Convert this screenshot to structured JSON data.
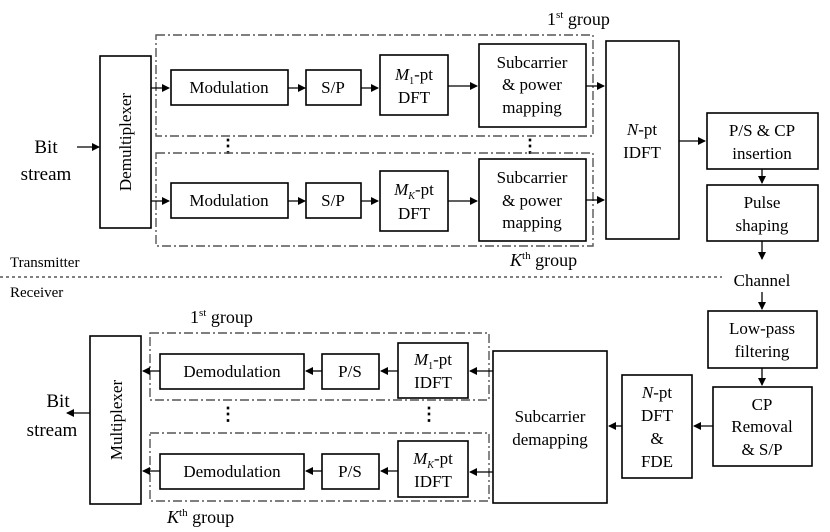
{
  "transmitter": {
    "bit_stream": [
      "Bit",
      "stream"
    ],
    "demux": "Demultiplexer",
    "groups": [
      {
        "label": [
          "1",
          "st",
          " group"
        ],
        "modulation": "Modulation",
        "sp": "S/P",
        "dft": [
          "M",
          "1",
          "-pt",
          "DFT"
        ],
        "mapping": [
          "Subcarrier",
          "& power",
          "mapping"
        ]
      },
      {
        "label": [
          "K",
          "th",
          " group"
        ],
        "modulation": "Modulation",
        "sp": "S/P",
        "dft": [
          "M",
          "K",
          "-pt",
          "DFT"
        ],
        "mapping": [
          "Subcarrier",
          "& power",
          "mapping"
        ]
      }
    ],
    "idft": [
      "N",
      "-pt",
      "IDFT"
    ],
    "ps_cp": [
      "P/S & CP",
      "insertion"
    ],
    "pulse": [
      "Pulse",
      "shaping"
    ],
    "section_label": "Transmitter"
  },
  "channel": "Channel",
  "receiver": {
    "section_label": "Receiver",
    "lowpass": [
      "Low-pass",
      "filtering"
    ],
    "cp_removal": [
      "CP",
      "Removal",
      "& S/P"
    ],
    "dft_fde": [
      "N",
      "-pt",
      "DFT",
      "&",
      "FDE"
    ],
    "demapping": [
      "Subcarrier",
      "demapping"
    ],
    "groups": [
      {
        "label": [
          "1",
          "st",
          " group"
        ],
        "idft": [
          "M",
          "1",
          "-pt",
          "IDFT"
        ],
        "ps": "P/S",
        "demod": "Demodulation"
      },
      {
        "label": [
          "K",
          "th",
          " group"
        ],
        "idft": [
          "M",
          "K",
          "-pt",
          "IDFT"
        ],
        "ps": "P/S",
        "demod": "Demodulation"
      }
    ],
    "mux": "Multiplexer",
    "bit_stream": [
      "Bit",
      "stream"
    ]
  },
  "ellipsis": "⋮"
}
